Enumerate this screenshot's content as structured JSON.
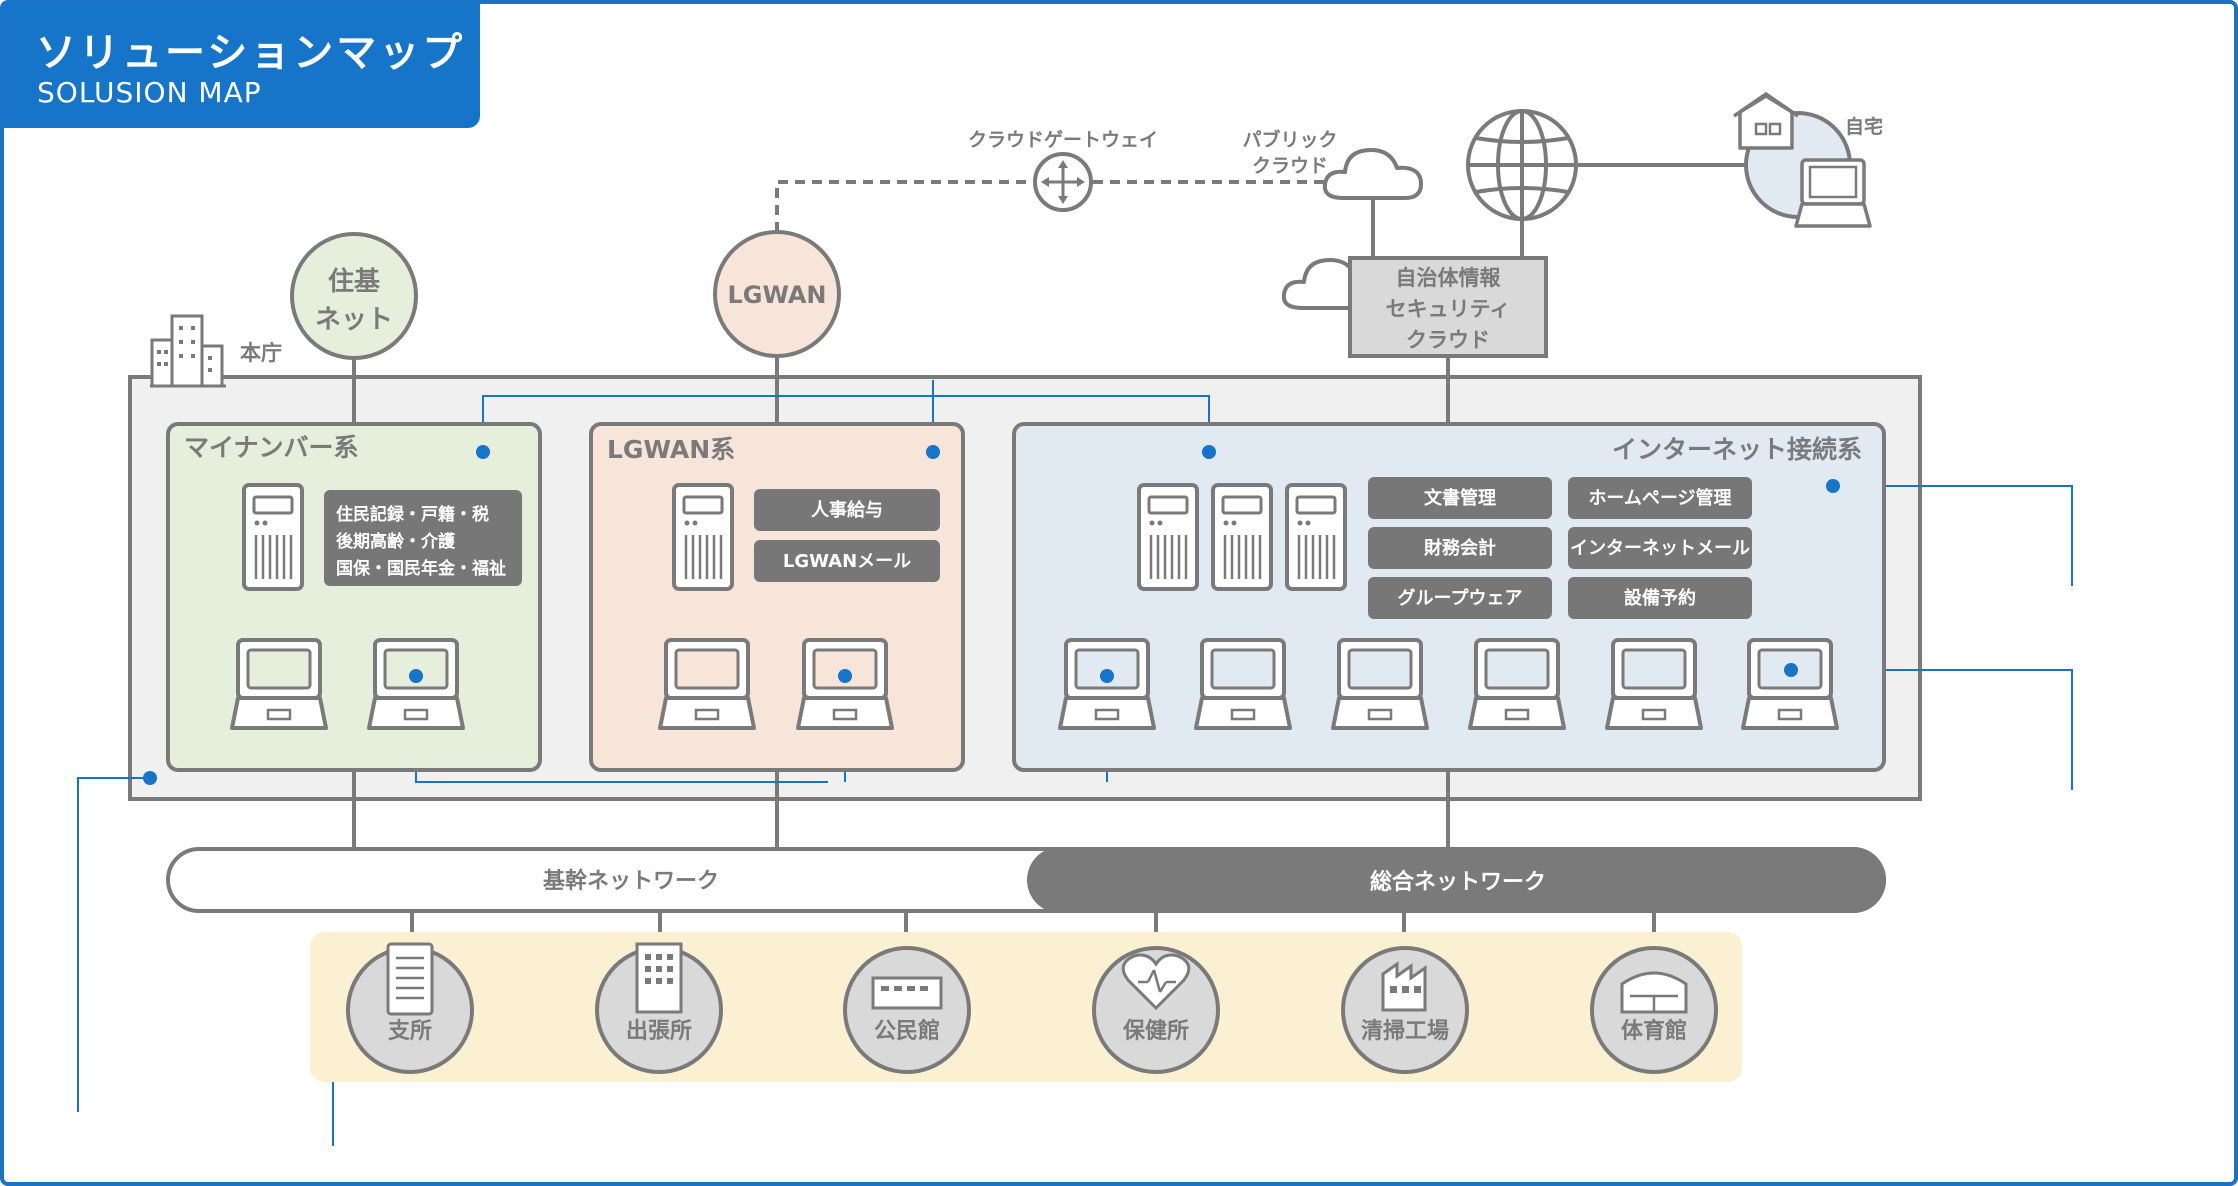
{
  "header": {
    "title_jp": "ソリューションマップ",
    "title_en": "SOLUSION MAP"
  },
  "external": {
    "juki_line1": "住基",
    "juki_line2": "ネット",
    "lgwan": "LGWAN",
    "gateway": "クラウドゲートウェイ",
    "public_cloud_line1": "パブリック",
    "public_cloud_line2": "クラウド",
    "home": "自宅",
    "security_cloud": [
      "自治体情報",
      "セキュリティ",
      "クラウド"
    ]
  },
  "hq_label": "本庁",
  "zones": {
    "mynumber": {
      "title": "マイナンバー系",
      "apps": [
        "住民記録・戸籍・税",
        "後期高齢・介護",
        "国保・国民年金・福祉"
      ]
    },
    "lgwan": {
      "title": "LGWAN系",
      "apps": [
        "人事給与",
        "LGWANメール"
      ]
    },
    "internet": {
      "title": "インターネット接続系",
      "apps": [
        "文書管理",
        "ホームページ管理",
        "財務会計",
        "インターネットメール",
        "グループウェア",
        "設備予約"
      ]
    }
  },
  "networks": {
    "backbone": "基幹ネットワーク",
    "integrated": "総合ネットワーク"
  },
  "facilities": [
    "支所",
    "出張所",
    "公民館",
    "保健所",
    "清掃工場",
    "体育館"
  ],
  "colors": {
    "accent": "#1674c9",
    "gray": "#7a7a7a",
    "hq_bg": "#f0f0f0",
    "mynumber_bg": "#e5efdc",
    "lgwan_bg": "#f7e5d9",
    "internet_bg": "#e1e9f3",
    "facility_bg": "#fcf0d2"
  }
}
